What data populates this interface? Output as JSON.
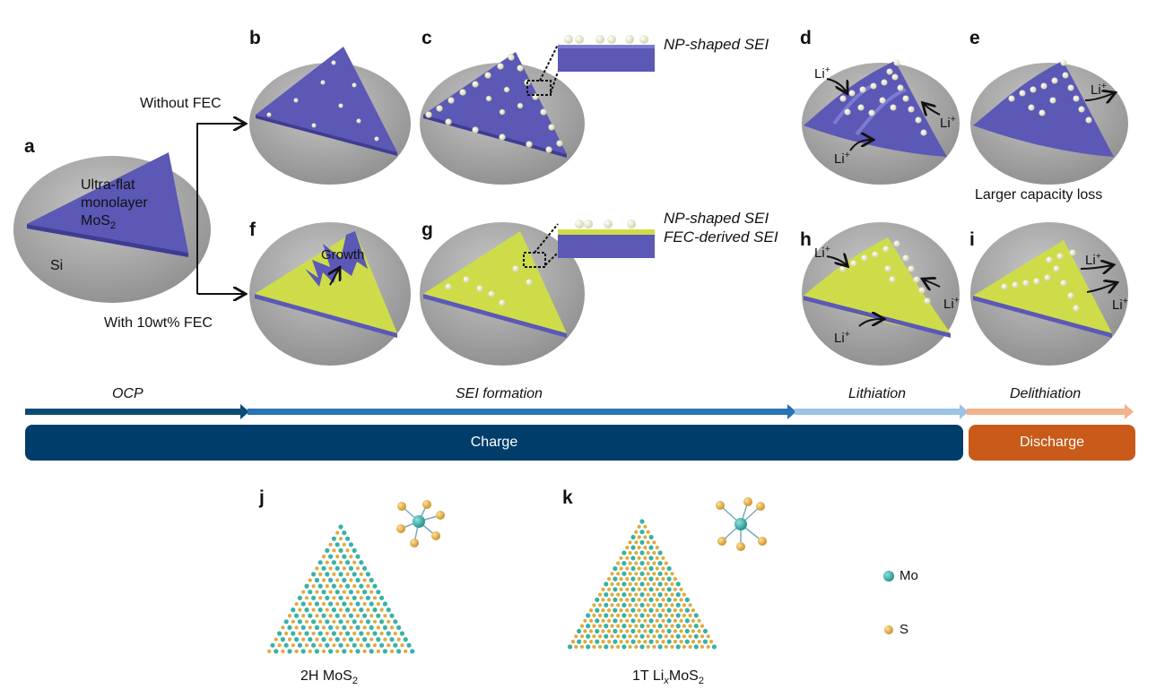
{
  "colors": {
    "mos2": "#5b58b6",
    "fec_sei": "#cfdc4a",
    "substrate": "#a8a8a8",
    "np_sphere": "#eeefd6",
    "mo_atom": "#36b2a8",
    "s_atom": "#e0a93a",
    "charge_bar": "#003d6b",
    "discharge_bar": "#c95a1a",
    "arrow_ocp": "#0b4c78",
    "arrow_sei": "#2a74b5",
    "arrow_lith": "#9cc2e6",
    "arrow_delith": "#f3b28c"
  },
  "panels": {
    "a": "a",
    "b": "b",
    "c": "c",
    "d": "d",
    "e": "e",
    "f": "f",
    "g": "g",
    "h": "h",
    "i": "i",
    "j": "j",
    "k": "k"
  },
  "labels": {
    "ultra_flat_1": "Ultra-flat",
    "ultra_flat_2": "monolayer",
    "mos2_base": "MoS",
    "mos2_sub": "2",
    "si": "Si",
    "without_fec": "Without FEC",
    "with_fec": "With 10wt% FEC",
    "growth": "Growth",
    "np_sei_top": "NP-shaped SEI",
    "np_sei_bottom": "NP-shaped SEI",
    "fec_sei": "FEC-derived SEI",
    "larger_loss": "Larger capacity loss",
    "li_base": "Li",
    "li_sup": "+"
  },
  "timeline": {
    "ocp": "OCP",
    "sei_formation": "SEI formation",
    "lithiation": "Lithiation",
    "delithiation": "Delithiation",
    "charge": "Charge",
    "discharge": "Discharge"
  },
  "structures": {
    "j_base": "2H MoS",
    "j_sub": "2",
    "k_base": "1T Li",
    "k_x": "x",
    "k_mid": "MoS",
    "k_sub": "2"
  },
  "legend": {
    "mo": "Mo",
    "s": "S"
  }
}
